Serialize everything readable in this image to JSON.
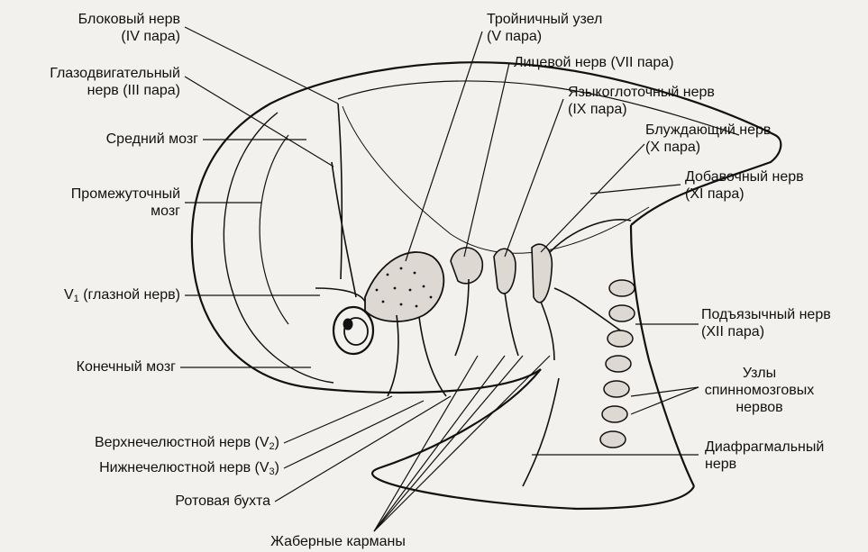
{
  "labels": {
    "trochlear": [
      "Блоковый нерв",
      "(IV пара)"
    ],
    "oculomotor": [
      "Глазодвигательный",
      "нерв  (III пара)"
    ],
    "midbrain": "Средний мозг",
    "diencephalon": [
      "Промежуточный",
      "мозг"
    ],
    "v1": {
      "prefix": "V",
      "sub": "1",
      "text": " (глазной нерв)"
    },
    "telencephalon": "Конечный мозг",
    "v2": {
      "text": "Верхнечелюстной нерв (V",
      "sub": "2",
      "suffix": ")"
    },
    "v3": {
      "text": "Нижнечелюстной нерв (V",
      "sub": "3",
      "suffix": ")"
    },
    "mouth": "Ротовая бухта",
    "gill": "Жаберные карманы",
    "trigeminal": [
      "Тройничный узел",
      "(V пара)"
    ],
    "facial": "Лицевой нерв (VII пара)",
    "glossopharyngeal": [
      "Языкоглоточный нерв",
      "(IX пара)"
    ],
    "vagus": [
      "Блуждающий нерв",
      "(X пара)"
    ],
    "accessory": [
      "Добавочный нерв",
      "(XI пара)"
    ],
    "hypoglossal": [
      "Подъязычный нерв",
      "(XII пара)"
    ],
    "spinal_ganglia": [
      "Узлы",
      "спинномозговых",
      "нервов"
    ],
    "phrenic": [
      "Диафрагмальный",
      "нерв"
    ]
  }
}
